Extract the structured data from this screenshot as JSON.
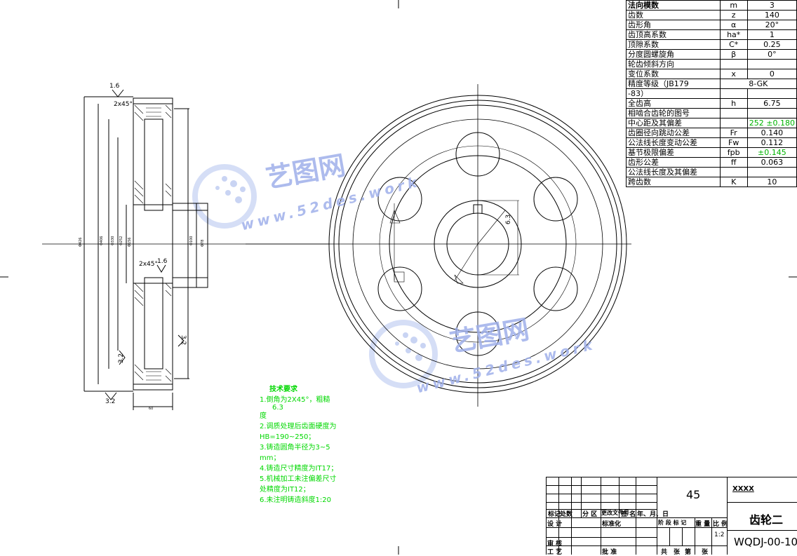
{
  "parameters": [
    {
      "name": "法向模数",
      "symbol": "m",
      "value": "3",
      "bold": true
    },
    {
      "name": "齿数",
      "symbol": "z",
      "value": "140"
    },
    {
      "name": "齿形角",
      "symbol": "α",
      "value": "20°"
    },
    {
      "name": "齿顶高系数",
      "symbol": "ha*",
      "value": "1"
    },
    {
      "name": "顶隙系数",
      "symbol": "C*",
      "value": "0.25"
    },
    {
      "name": "分度圆螺旋角",
      "symbol": "β",
      "value": "0°"
    },
    {
      "name": "轮齿倾斜方向",
      "symbol": "",
      "value": ""
    },
    {
      "name": "变位系数",
      "symbol": "x",
      "value": "0"
    },
    {
      "name": "精度等级（JB179",
      "symbol": "8-GK",
      "value": "",
      "merged": true
    },
    {
      "name": "-83）",
      "symbol": "",
      "value": ""
    },
    {
      "name": "全齿高",
      "symbol": "h",
      "value": "6.75"
    },
    {
      "name": "相啮合齿轮的图号",
      "symbol": "",
      "value": ""
    },
    {
      "name": "中心距及其偏差",
      "symbol": "",
      "value": "252 ±0.180",
      "green": true
    },
    {
      "name": "齿圈径向跳动公差",
      "symbol": "Fr",
      "value": "0.140"
    },
    {
      "name": "公法线长度变动公差",
      "symbol": "Fw",
      "value": "0.112"
    },
    {
      "name": "基节极限偏差",
      "symbol": "fpb",
      "value": "±0.145",
      "green": true
    },
    {
      "name": "齿形公差",
      "symbol": "ff",
      "value": "0.063"
    },
    {
      "name": "公法线长度及其偏差",
      "symbol": "",
      "value": ""
    },
    {
      "name": "跨齿数",
      "symbol": "K",
      "value": "10"
    }
  ],
  "tech_requirements": {
    "title": "技术要求",
    "items": [
      "1.倒角为2X45°，粗糙",
      "6.3",
      "度",
      "2.调质处理后齿面硬度为",
      "HB=190~250；",
      "3.铸造圆角半径为3~5",
      "mm；",
      "4.铸造尺寸精度为IT17；",
      "5.机械加工未注偏差尺寸",
      "处精度为IT12；",
      "6.未注明铸造斜度1:20"
    ]
  },
  "annotations": {
    "chamfer_top": "2x45°",
    "chamfer_mid": "2x45°",
    "rough_top": "1.6",
    "rough_mid": "1.6",
    "rough_right": "3.2",
    "rough_left": "3.2",
    "rough_bottom": "3.2",
    "keyway_width": "6.3"
  },
  "title_block": {
    "material": "45",
    "company": "XXXX",
    "part_name": "齿轮二",
    "drawing_no": "WQDJ-00-10",
    "scale": "1:2",
    "header_labels": [
      "标记",
      "处数",
      "分 区",
      "更改文件号",
      "签 名",
      "年、月、日"
    ],
    "row_design": [
      "设 计",
      "标准化"
    ],
    "row_review": "审 核",
    "row_process": [
      "工 艺",
      "批 准"
    ],
    "stage_labels": [
      "阶 段 标 记",
      "重 量",
      "比 例"
    ],
    "sheet_labels": [
      "共",
      "张",
      "第",
      "张"
    ]
  },
  "watermark": {
    "cn": "艺图网",
    "url": "www.52des.work"
  }
}
